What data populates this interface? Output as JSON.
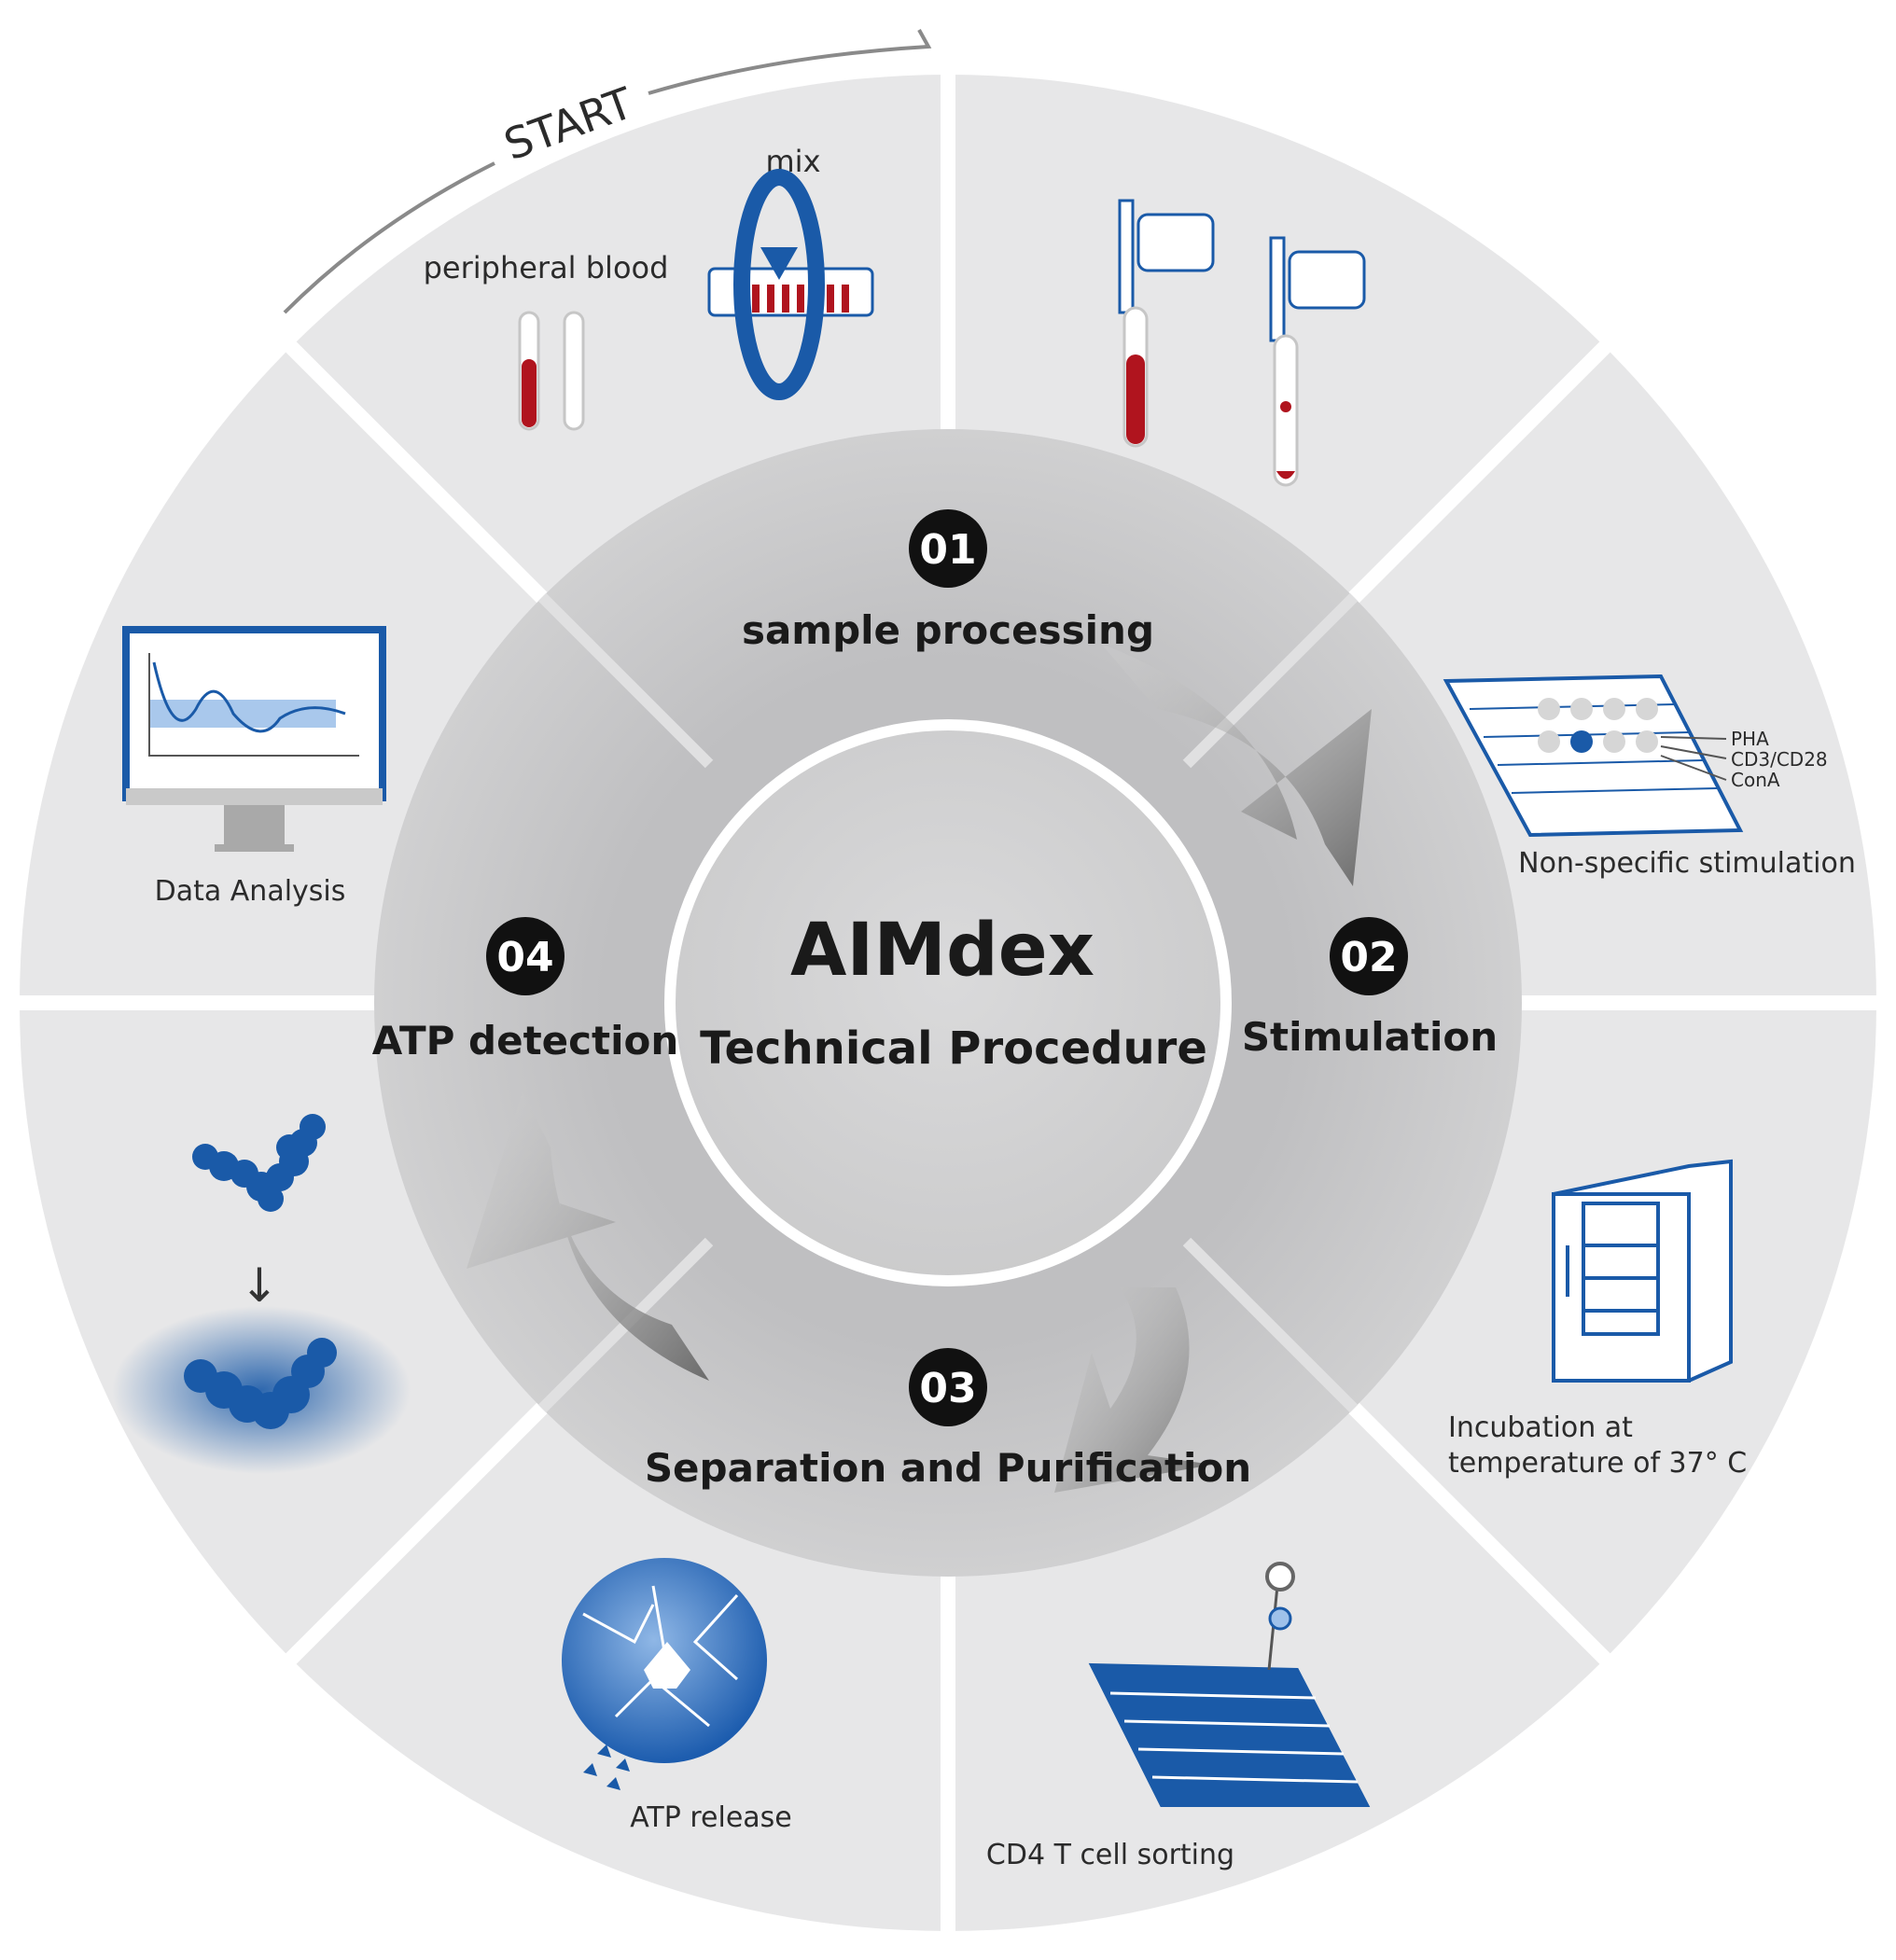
{
  "start_label": "START",
  "center": {
    "title": "AIMdex",
    "subtitle": "Technical Procedure"
  },
  "steps": [
    {
      "number": "01",
      "title": "sample processing"
    },
    {
      "number": "02",
      "title": "Stimulation"
    },
    {
      "number": "03",
      "title": "Separation and Purification"
    },
    {
      "number": "04",
      "title": "ATP detection"
    }
  ],
  "sector_labels": {
    "peripheral_blood": "peripheral blood",
    "mix": "mix",
    "non_specific": "Non-specific stimulation",
    "pha": "PHA",
    "cd3cd28": "CD3/CD28",
    "cona": "ConA",
    "incubation_line1": "Incubation at",
    "incubation_line2": "temperature of 37° C",
    "cd4_sorting": "CD4 T cell sorting",
    "atp_release": "ATP release",
    "data_analysis": "Data Analysis"
  },
  "colors": {
    "sector_bg": "#e7e7e8",
    "middle_ring": "#c9c9ca",
    "center_disk": "#d3d3d4",
    "accent_blue": "#1a5aa8",
    "blood_red": "#b0141e",
    "badge": "#111111"
  }
}
